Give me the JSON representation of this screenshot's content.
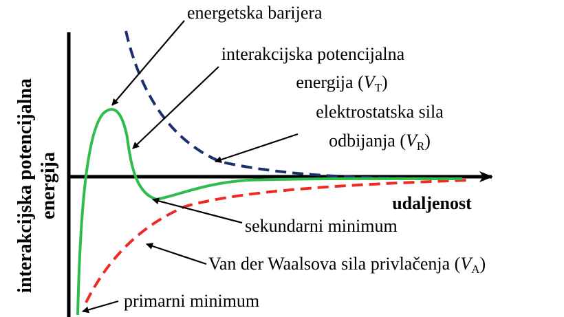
{
  "colors": {
    "total_curve": "#2ebd4a",
    "repulsion_curve": "#1a2f6b",
    "attraction_curve": "#ee2a24",
    "axis": "#000000",
    "text": "#000000"
  },
  "axes": {
    "x_label": "udaljenost",
    "y_label_line1": "interakcijska potencijalna",
    "y_label_line2": "energija"
  },
  "labels": {
    "energy_barrier": "energetska barijera",
    "interaction_line1": "interakcijska potencijalna",
    "interaction_line2_text": "energija (",
    "interaction_symbol": "V",
    "interaction_sub": "T",
    "repulsion_line1": "elektrostatska sila",
    "repulsion_line2_text": "odbijanja (",
    "repulsion_symbol": "V",
    "repulsion_sub": "R",
    "secondary_minimum": "sekundarni minimum",
    "attraction_text": "Van der Waalsova sila privlačenja (",
    "attraction_symbol": "V",
    "attraction_sub": "A",
    "primary_minimum": "primarni minimum",
    "close_paren": ")"
  }
}
